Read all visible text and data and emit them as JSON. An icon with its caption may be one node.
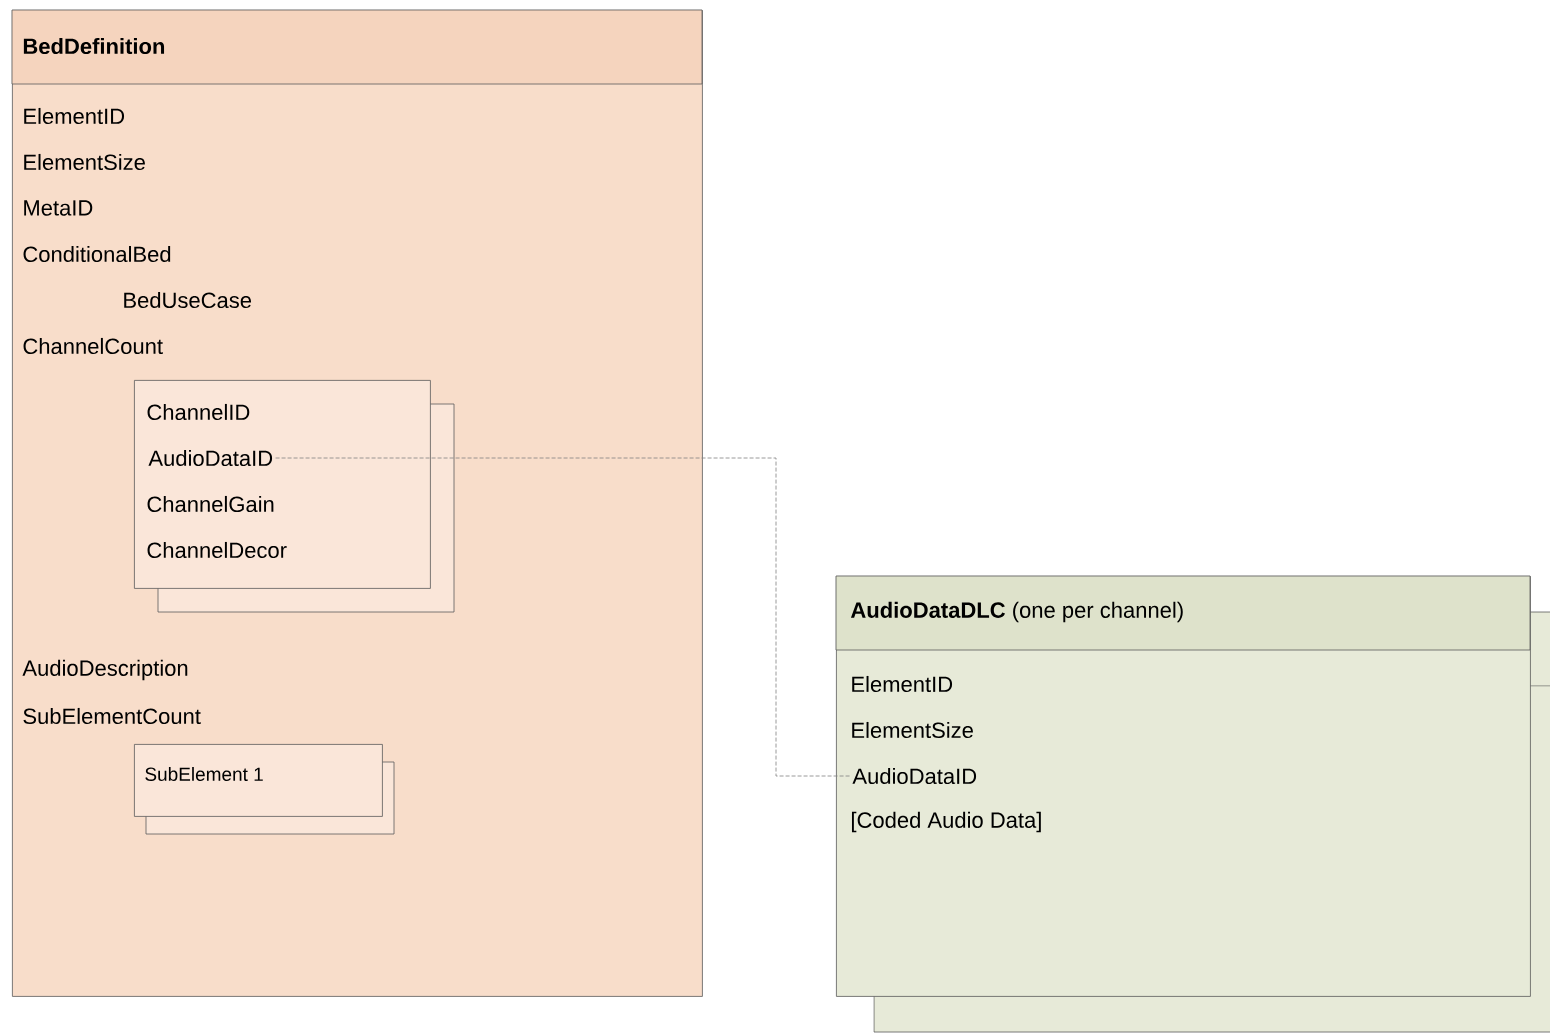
{
  "diagram": {
    "nodes": [
      {
        "text": [
          "BedDefinition",
          "ElementID",
          "ElementSize",
          "MetaID",
          "ConditionalBed",
          "BedUseCase",
          "ChannelCount",
          "AudioDescription",
          "SubElementCount"
        ]
      },
      {
        "text": [
          "ChannelID",
          "ChannelGain",
          "ChannelDecor"
        ],
        "in": 0
      },
      {
        "text": [
          "AudioDataID"
        ],
        "in": 1
      },
      {
        "text": [
          "SubElement 1"
        ],
        "in": 0
      },
      {
        "text": [
          "**AudioDataDLC**  (one per channel)",
          "ElementID",
          "ElementSize",
          "[Coded Audio Data]"
        ]
      },
      {
        "text": [
          "AudioDataID"
        ],
        "in": 4
      }
    ],
    "edges": [
      {
        "from": 2,
        "to": 5,
        "arrow": "none",
        "style": "dashed"
      }
    ]
  }
}
